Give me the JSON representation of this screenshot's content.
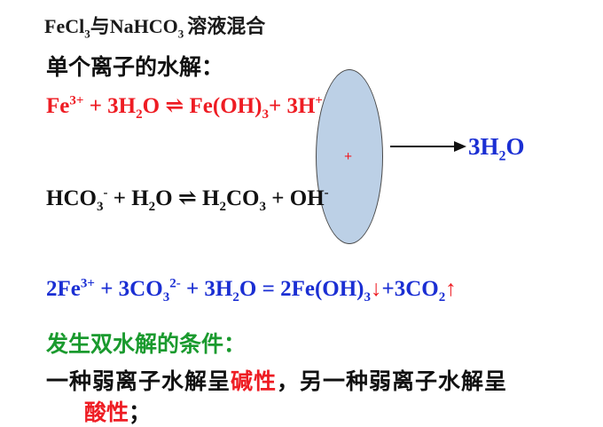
{
  "title": {
    "prefix": "FeCl",
    "sub3": "3",
    "conj": "与",
    "nahco": "NaHCO",
    "sub3b": "3",
    "rest": "溶液混合"
  },
  "subheading": "单个离子的水解：",
  "eq1": {
    "a": "Fe",
    "a_sup": "3+",
    "b": " + 3H",
    "b_sub": "2",
    "c": "O ⇌ Fe(OH)",
    "c_sub": "3",
    "d": "+ 3H",
    "d_sup": "+"
  },
  "eq2": {
    "a": "HCO",
    "a_sub": "3",
    "a_sup": "-",
    "b": " + H",
    "b_sub": "2",
    "c": "O ⇌ H",
    "c_sub": "2",
    "d": "CO",
    "d_sub": "3",
    "e": " + OH",
    "e_sup": "-"
  },
  "plus_mark": "+",
  "product": {
    "a": "3H",
    "a_sub": "2",
    "b": "O"
  },
  "eq3": {
    "a": "2Fe",
    "a_sup": "3+",
    "b": " + 3CO",
    "b_sub": "3",
    "b_sup": "2-",
    "c": " + 3H",
    "c_sub": "2",
    "d": "O = 2Fe(OH)",
    "d_sub": "3",
    "down": "↓",
    "e": "+3CO",
    "e_sub": "2",
    "up": "↑"
  },
  "conditions": {
    "heading": "发生双水解的条件：",
    "line1_a": "一种弱离子水解呈",
    "line1_basic": "碱性",
    "line1_b": "，另一种弱离子水解呈",
    "line2_acidic": "酸性",
    "line2_end": "；"
  },
  "colors": {
    "red": "#ee1c23",
    "blue": "#1b2fd3",
    "green": "#1a9a2e",
    "ellipse": "#bcd0e6"
  }
}
